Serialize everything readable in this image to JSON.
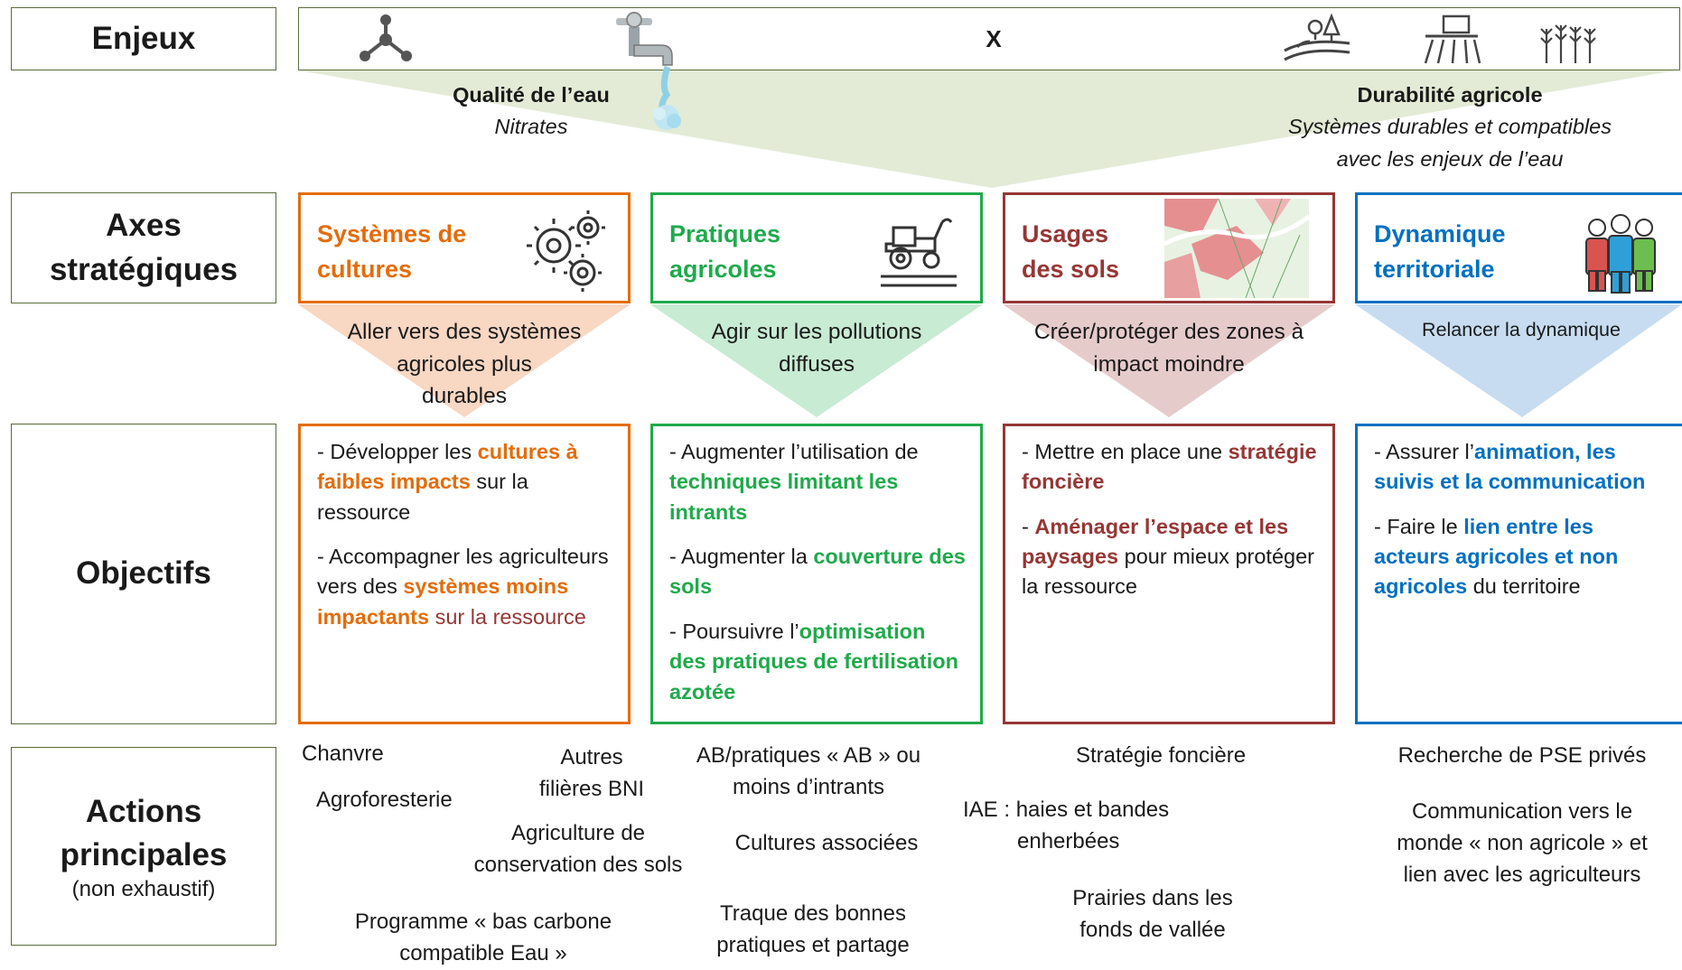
{
  "rows": {
    "enjeux": "Enjeux",
    "axes": "Axes stratégiques",
    "objectifs": "Objectifs",
    "actions": "Actions principales",
    "actions_sub": "(non exhaustif)"
  },
  "enjeux": {
    "cross": "X",
    "left_title": "Qualité de l’eau",
    "left_sub": "Nitrates",
    "right_title": "Durabilité agricole",
    "right_sub_1": "Systèmes durables et compatibles",
    "right_sub_2": "avec les enjeux de l’eau"
  },
  "axes": [
    {
      "title_1": "Systèmes de",
      "title_2": "cultures",
      "color": "#e46c0a",
      "icon": "gears-icon",
      "sub_1": "Aller vers des systèmes",
      "sub_2": "agricoles plus",
      "sub_3": "durables"
    },
    {
      "title_1": "Pratiques",
      "title_2": "agricoles",
      "color": "#1faa4b",
      "icon": "tractor-icon",
      "sub_1": "Agir sur les pollutions",
      "sub_2": "diffuses"
    },
    {
      "title_1": "Usages",
      "title_2": "des sols",
      "color": "#953735",
      "icon": "map-icon",
      "sub_1": "Créer/protéger des zones à",
      "sub_2": "impact moindre"
    },
    {
      "title_1": "Dynamique",
      "title_2": "territoriale",
      "color": "#0070c0",
      "icon": "people-icon",
      "sub_1": "Relancer la dynamique"
    }
  ],
  "objectifs": {
    "c1": {
      "a1": "- Développer les ",
      "a2": "cultures à faibles impacts",
      "a3": " sur la ressource",
      "b1": "- Accompagner les agriculteurs vers des ",
      "b2": "systèmes moins impactants",
      "b3": " sur la ressource"
    },
    "c2": {
      "a1": "- Augmenter l’utilisation de ",
      "a2": "techniques limitant les intrants",
      "b1": "- Augmenter la ",
      "b2": "couverture des sols",
      "c1": "- Poursuivre l’",
      "c2": "optimisation des pratiques de fertilisation azotée"
    },
    "c3": {
      "a1": "- Mettre en place une ",
      "a2": "stratégie foncière",
      "b1": "- ",
      "b2": "Aménager l’espace et les paysages",
      "b3": " pour mieux protéger la ressource"
    },
    "c4": {
      "a1": "- Assurer l’",
      "a2": "animation, les suivis et la communication",
      "b1": "- Faire le ",
      "b2": "lien entre les acteurs agricoles et non agricoles",
      "b3": " du territoire"
    }
  },
  "actions": {
    "chanvre": "Chanvre",
    "agrofor": "Agroforesterie",
    "autres_1": "Autres",
    "autres_2": "filières BNI",
    "acs_1": "Agriculture de",
    "acs_2": "conservation des sols",
    "bas_1": "Programme « bas carbone",
    "bas_2": "compatible Eau »",
    "ab_1": "AB/pratiques « AB » ou",
    "ab_2": "moins d’intrants",
    "cult": "Cultures associées",
    "traque_1": "Traque des bonnes",
    "traque_2": "pratiques et partage",
    "strat": "Stratégie foncière",
    "iae_1": "IAE : haies et bandes",
    "iae_2": "enherbées",
    "prai_1": "Prairies dans les",
    "prai_2": "fonds de vallée",
    "pse": "Recherche de PSE privés",
    "comm_1": "Communication vers le",
    "comm_2": "monde « non agricole » et",
    "comm_3": "lien avec les agriculteurs"
  },
  "icons": [
    "molecule-icon",
    "faucet-icon",
    "landscape-icon",
    "field-sprayer-icon",
    "crops-icon"
  ]
}
